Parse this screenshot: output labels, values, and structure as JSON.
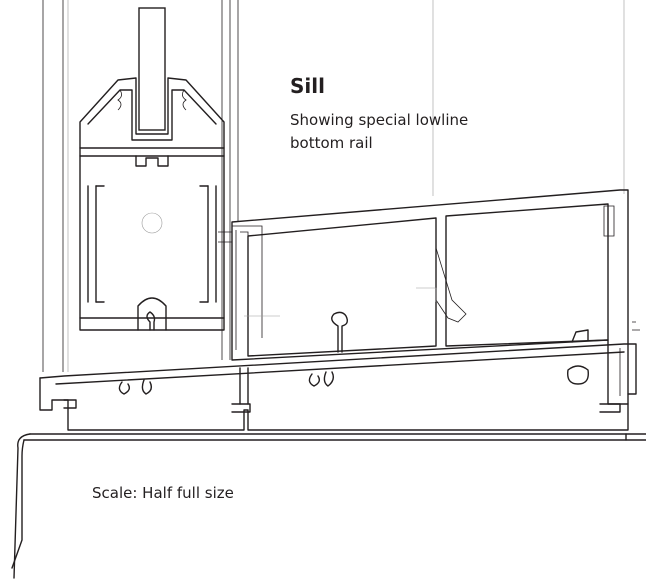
{
  "labels": {
    "title": "Sill",
    "subtitle_line1": "Showing special lowline",
    "subtitle_line2": "bottom rail",
    "scale": "Scale: Half full size"
  },
  "colors": {
    "ink": "#231f20",
    "background": "#ffffff"
  }
}
